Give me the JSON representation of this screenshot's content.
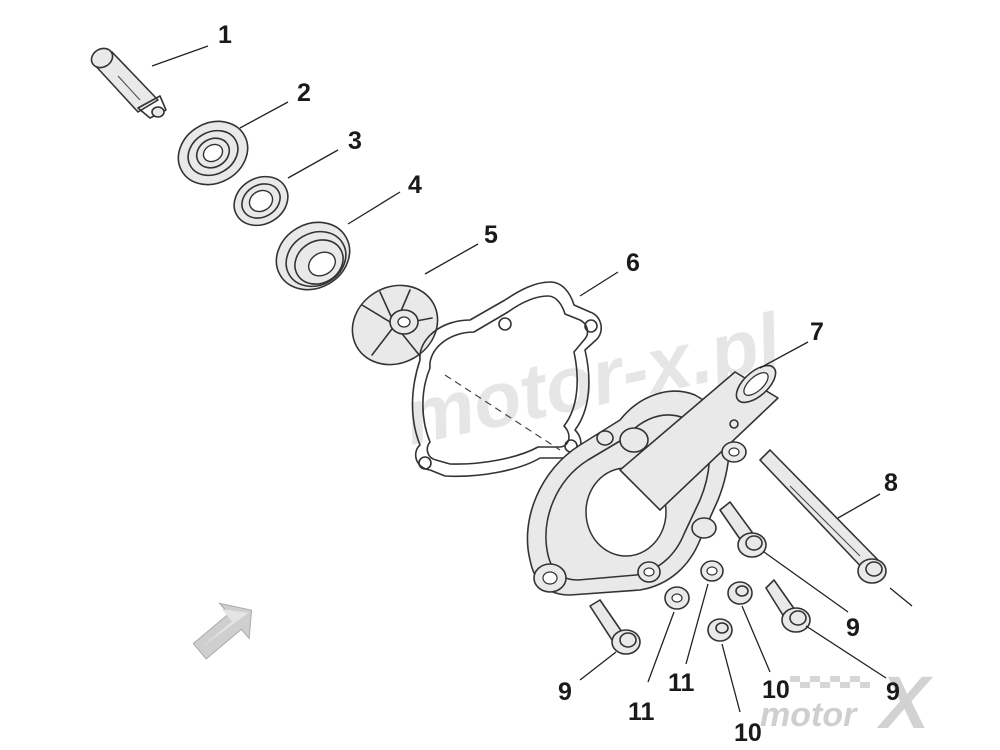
{
  "watermark": {
    "center_text": "motor-x.pl",
    "corner_text": "motor",
    "corner_mark": "X"
  },
  "callouts": [
    {
      "label": "1"
    },
    {
      "label": "2"
    },
    {
      "label": "3"
    },
    {
      "label": "4"
    },
    {
      "label": "5"
    },
    {
      "label": "6"
    },
    {
      "label": "7"
    },
    {
      "label": "8"
    },
    {
      "label": "9"
    },
    {
      "label": "9"
    },
    {
      "label": "9"
    },
    {
      "label": "10"
    },
    {
      "label": "10"
    },
    {
      "label": "11"
    },
    {
      "label": "11"
    }
  ],
  "icons": {
    "orientation_arrow": "orientation-arrow-icon"
  },
  "colors": {
    "line": "#333333",
    "part_fill": "#e9e9e9",
    "watermark": "#dcdcdc",
    "arrow": "#c8c8c8"
  }
}
